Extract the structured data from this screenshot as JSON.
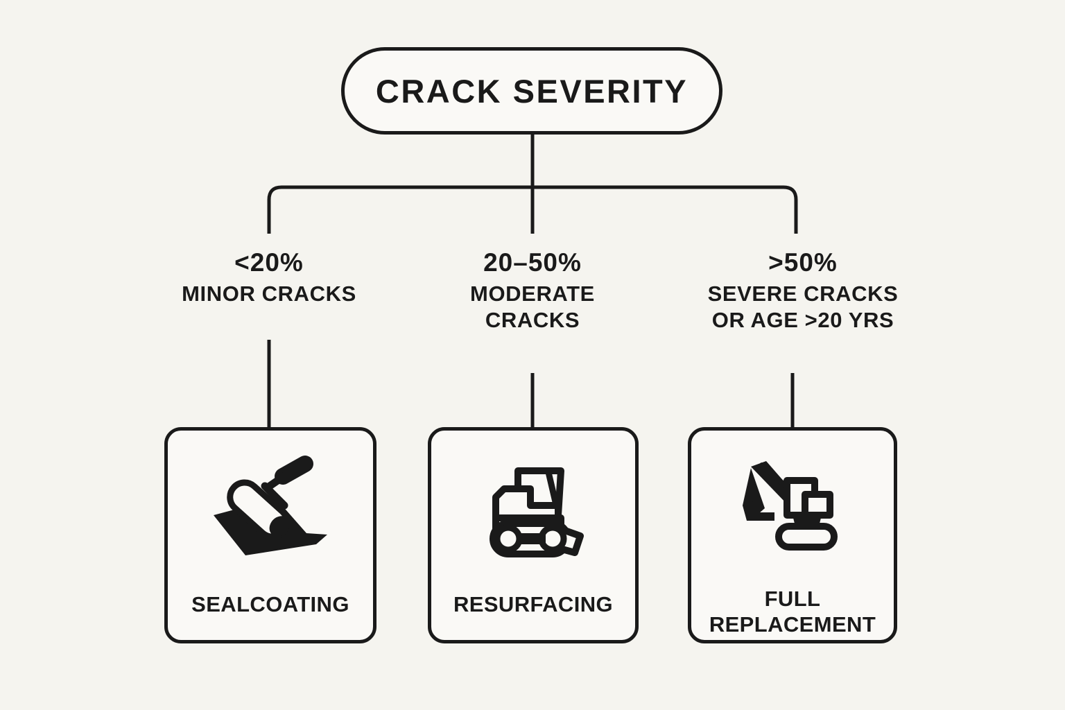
{
  "canvas": {
    "background_color": "#F5F4EF",
    "ink_color": "#1A1A1A",
    "card_fill_color": "#FAF9F6"
  },
  "root": {
    "label": "CRACK SEVERITY"
  },
  "branches": [
    {
      "percent": "<20%",
      "description": "MINOR CRACKS",
      "outcome_label": "SEALCOATING",
      "icon": "paint-roller-sealcoat-icon"
    },
    {
      "percent": "20–50%",
      "description": "MODERATE\nCRACKS",
      "description_line1": "MODERATE",
      "description_line2": "CRACKS",
      "outcome_label": "RESURFACING",
      "icon": "asphalt-paver-icon"
    },
    {
      "percent": ">50%",
      "description": "SEVERE CRACKS\nOR AGE >20 YRS",
      "description_line1": "SEVERE CRACKS",
      "description_line2": "OR AGE >20 YRS",
      "outcome_label_line1": "FULL",
      "outcome_label_line2": "REPLACEMENT",
      "outcome_label": "FULL REPLACEMENT",
      "icon": "excavator-icon"
    }
  ],
  "chart_data": {
    "type": "diagram",
    "title": "CRACK SEVERITY",
    "structure": "decision-tree",
    "root": "CRACK SEVERITY",
    "nodes": [
      {
        "condition": "<20%",
        "detail": "MINOR CRACKS",
        "result": "SEALCOATING"
      },
      {
        "condition": "20–50%",
        "detail": "MODERATE CRACKS",
        "result": "RESURFACING"
      },
      {
        "condition": ">50%",
        "detail": "SEVERE CRACKS OR AGE >20 YRS",
        "result": "FULL REPLACEMENT"
      }
    ]
  }
}
